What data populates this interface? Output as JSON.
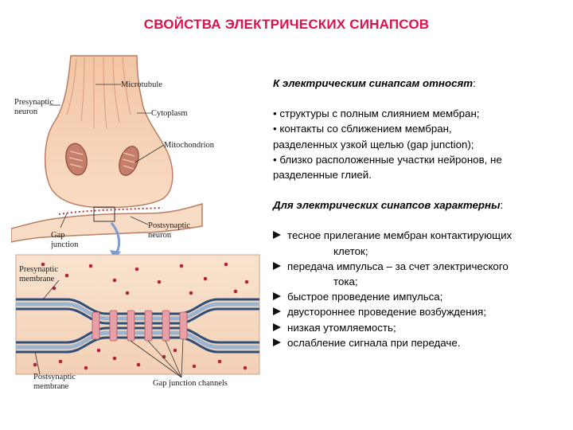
{
  "title": "СВОЙСТВА ЭЛЕКТРИЧЕСКИХ СИНАПСОВ",
  "figure": {
    "labels": {
      "microtubule": "Microtubule",
      "presynaptic_neuron_1": "Presynaptic",
      "presynaptic_neuron_2": "neuron",
      "cytoplasm": "Cytoplasm",
      "mitochondrion": "Mitochondrion",
      "postsynaptic_neuron_1": "Postsynaptic",
      "postsynaptic_neuron_2": "neuron",
      "gap_junction_1": "Gap",
      "gap_junction_2": "junction",
      "presynaptic_membrane_1": "Presynaptic",
      "presynaptic_membrane_2": "membrane",
      "postsynaptic_membrane_1": "Postsynaptic",
      "postsynaptic_membrane_2": "membrane",
      "gap_junction_channels": "Gap junction channels"
    },
    "colors": {
      "neuron_fill": "#f6d3b6",
      "neuron_stroke": "#b87d62",
      "detail_bg": "#f7ddc7",
      "membrane_blue": "#2f4e78",
      "membrane_light": "#9db4cf",
      "channel_pink": "#e8a0a6",
      "particle_red": "#b3233a",
      "arrow_blue": "#7d9bd1"
    }
  },
  "text": {
    "heading1": "К электрическим синапсам относят",
    "heading1_colon": ":",
    "items1": [
      "•  структуры с полным слиянием мембран;",
      "•  контакты со сближением мембран,",
      "разделенных узкой щелью (gap junction);",
      "•  близко расположенные участки нейронов, не",
      "разделенные глией."
    ],
    "heading2": "Для электрических  синапсов характерны",
    "heading2_colon": ":",
    "bullets": [
      {
        "line1": "тесное прилегание мембран контактирующих",
        "line2": "клеток;"
      },
      {
        "line1": "передача импульса – за счет электрического",
        "line2": "тока;"
      },
      {
        "line1": "быстрое проведение импульса;"
      },
      {
        "line1": "двустороннее проведение возбуждения;"
      },
      {
        "line1": "низкая утомляемость;"
      },
      {
        "line1": "ослабление сигнала при передаче."
      }
    ]
  }
}
